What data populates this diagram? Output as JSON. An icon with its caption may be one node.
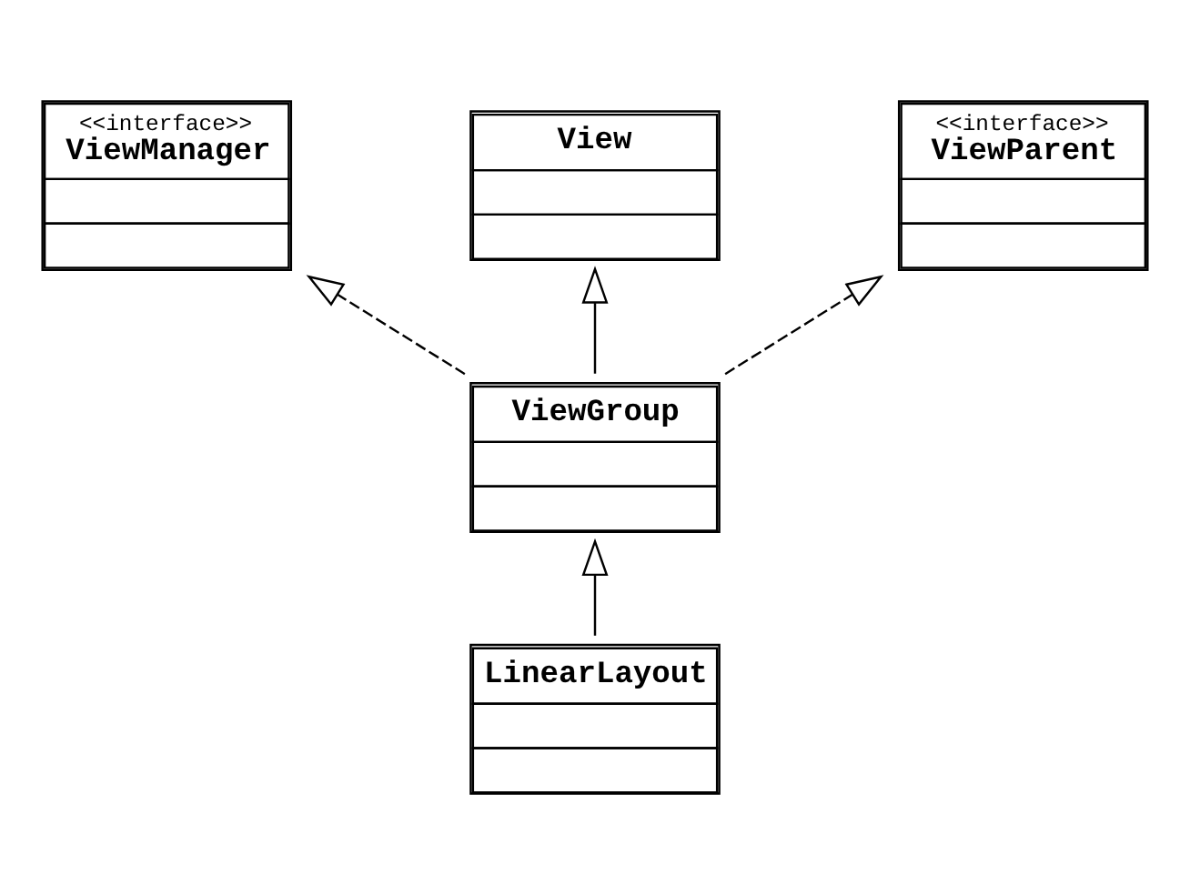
{
  "diagram": {
    "nodes": [
      {
        "text": [
          "View"
        ]
      },
      {
        "text": [
          "<<interface>>",
          "ViewManager"
        ]
      },
      {
        "text": [
          "<<interface>>",
          "ViewParent"
        ]
      },
      {
        "text": [
          "ViewGroup"
        ]
      },
      {
        "text": [
          "LinearLayout"
        ]
      }
    ],
    "edges": [
      {
        "from": 3,
        "to": 0,
        "arrow": "to"
      },
      {
        "from": 3,
        "to": 1,
        "arrow": "to",
        "style": "dashed"
      },
      {
        "from": 3,
        "to": 2,
        "arrow": "to",
        "style": "dashed"
      },
      {
        "from": 4,
        "to": 3,
        "arrow": "to"
      }
    ]
  }
}
